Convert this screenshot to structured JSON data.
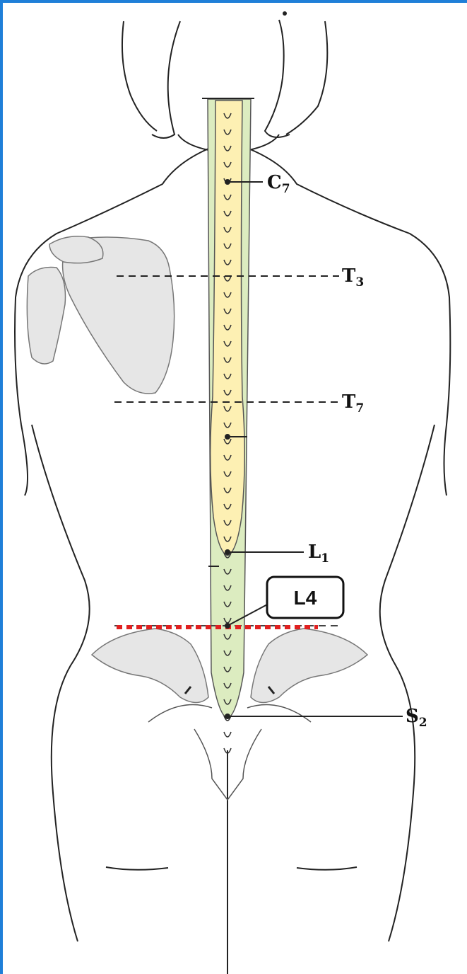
{
  "colors": {
    "frame": "#1f7fd8",
    "spinal_cord": "#fdf0b3",
    "spinal_canal": "#dcecc0",
    "highlight_line": "#e02020",
    "outline": "#222222",
    "shade": "#e6e6e6"
  },
  "labels": {
    "c7": {
      "main": "C",
      "sub": "7"
    },
    "t3": {
      "main": "T",
      "sub": "3"
    },
    "t7": {
      "main": "T",
      "sub": "7"
    },
    "l1": {
      "main": "L",
      "sub": "1"
    },
    "s2": {
      "main": "S",
      "sub": "2"
    }
  },
  "callout": {
    "text": "L4"
  }
}
